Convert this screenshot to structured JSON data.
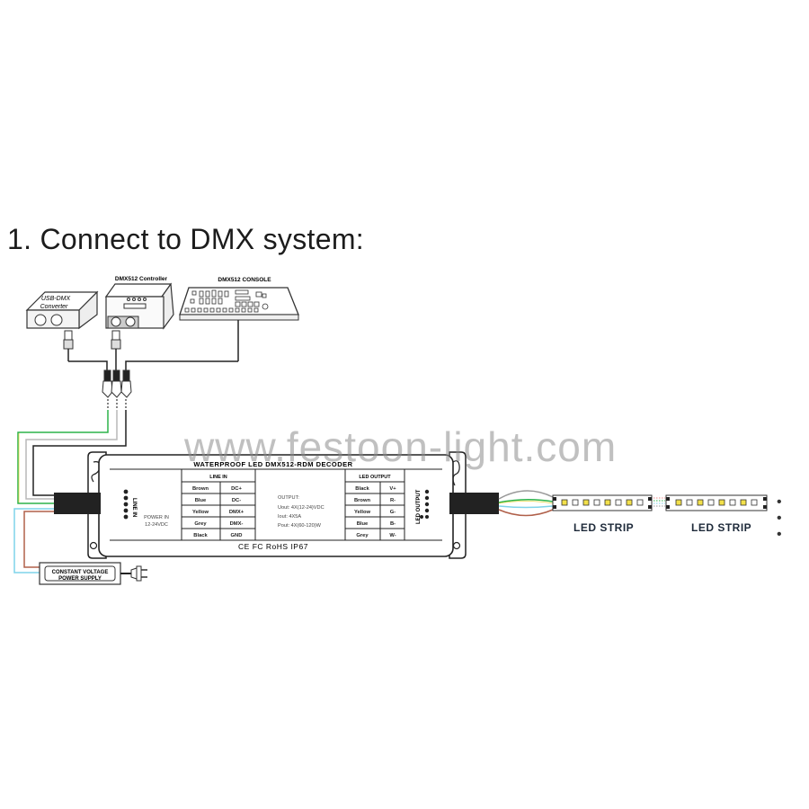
{
  "title": "1. Connect to DMX system:",
  "watermark": "www.festoon-light.com",
  "devices": {
    "usb_dmx": {
      "label_line1": "USB-DMX",
      "label_line2": "Converter"
    },
    "controller": {
      "label": "DMX512 Controller"
    },
    "console": {
      "label": "DMX512 CONSOLE"
    },
    "power_supply": {
      "label_line1": "CONSTANT VOLTAGE",
      "label_line2": "POWER SUPPLY"
    }
  },
  "decoder": {
    "title": "WATERPROOF LED DMX512-RDM DECODER",
    "line_in_side_label": "LINE IN",
    "power_in_line1": "POWER IN",
    "power_in_line2": "12-24VDC",
    "line_in_table": {
      "header": "LINE IN",
      "rows": [
        [
          "Brown",
          "DC+"
        ],
        [
          "Blue",
          "DC-"
        ],
        [
          "Yellow",
          "DMX+"
        ],
        [
          "Grey",
          "DMX-"
        ],
        [
          "Black",
          "GND"
        ]
      ]
    },
    "output_specs": {
      "heading": "OUTPUT:",
      "uout": "Uout: 4X(12-24)VDC",
      "iout": "Iout: 4X5A",
      "pout": "Pout: 4X(60-120)W"
    },
    "led_output_table": {
      "header": "LED OUTPUT",
      "rows": [
        [
          "Black",
          "V+"
        ],
        [
          "Brown",
          "R-"
        ],
        [
          "Yellow",
          "G-"
        ],
        [
          "Blue",
          "B-"
        ],
        [
          "Grey",
          "W-"
        ]
      ]
    },
    "led_output_side_label": "LED OUTPUT",
    "certifications": "CE  FC  RoHS  IP67"
  },
  "strips": [
    {
      "label": "LED STRIP"
    },
    {
      "label": "LED STRIP"
    }
  ],
  "continuation": "• • •",
  "colors": {
    "wire_green": "#2db34a",
    "wire_yellow": "#e8d84a",
    "wire_grey": "#b9b9b9",
    "wire_black": "#222222",
    "wire_blue": "#7fd3ea",
    "wire_brown": "#b0604a",
    "led_yellow": "#f2e04a"
  }
}
